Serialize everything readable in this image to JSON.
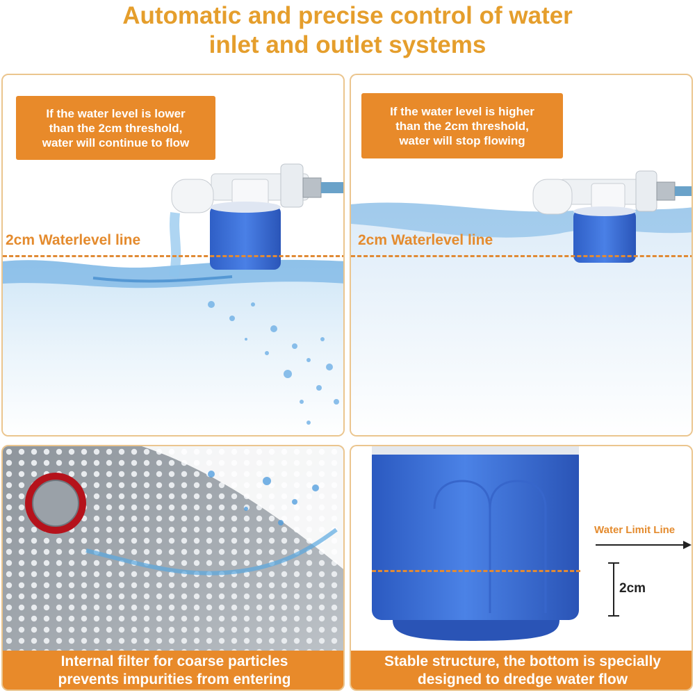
{
  "header": {
    "title_line1": "Automatic and precise control of water",
    "title_line2": "inlet and outlet systems"
  },
  "panel_low": {
    "callout": [
      "If the water level is lower",
      "than the 2cm threshold,",
      "water will continue to flow"
    ],
    "waterlevel_label": "2cm Waterlevel line"
  },
  "panel_high": {
    "callout": [
      "If the water level is higher",
      "than the 2cm threshold,",
      "water will stop flowing"
    ],
    "waterlevel_label": "2cm Waterlevel line"
  },
  "panel_filter": {
    "caption": [
      "Internal filter for coarse particles",
      "prevents impurities from entering"
    ]
  },
  "panel_float": {
    "limit_label": "Water Limit Line",
    "measure_label": "2cm",
    "caption": [
      "Stable structure, the bottom is specially",
      "designed to dredge water flow"
    ]
  },
  "colors": {
    "accent_orange": "#E88A2A",
    "title_orange": "#E59E2C",
    "panel_border": "#EBC58E",
    "float_blue": "#3A6FD8",
    "water_blue": "#6FB3E8"
  }
}
